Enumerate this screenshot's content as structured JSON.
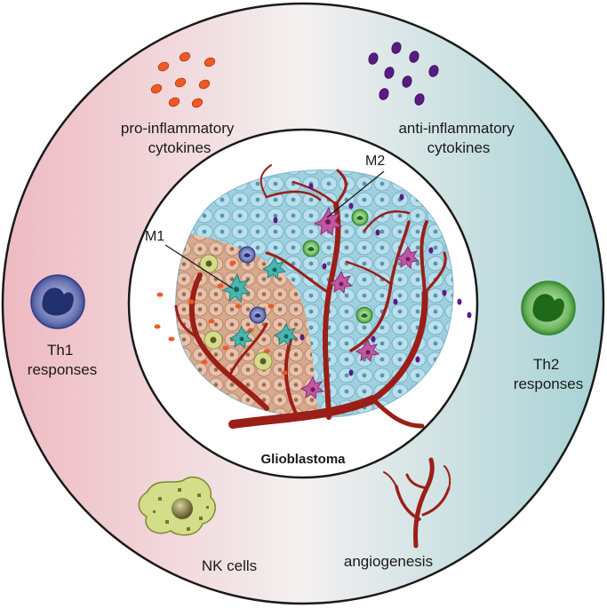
{
  "diagram": {
    "center_label": "Glioblastoma",
    "macrophages": {
      "m1": "M1",
      "m2": "M2"
    },
    "segments": [
      {
        "id": "pro-inflammatory-cytokines",
        "lines": [
          "pro-inflammatory",
          "cytokines"
        ]
      },
      {
        "id": "anti-inflammatory-cytokines",
        "lines": [
          "anti-inflammatory",
          "cytokines"
        ]
      },
      {
        "id": "th1-responses",
        "lines": [
          "Th1",
          "responses"
        ]
      },
      {
        "id": "th2-responses",
        "lines": [
          "Th2",
          "responses"
        ]
      },
      {
        "id": "nk-cells",
        "lines": [
          "NK cells"
        ]
      },
      {
        "id": "angiogenesis",
        "lines": [
          "angiogenesis"
        ]
      }
    ]
  },
  "colors": {
    "left_gradient": "#f1c6cc",
    "right_gradient": "#a8d4d6",
    "m1_region": "#d9a98e",
    "m2_region": "#9fd0e0",
    "vessel": "#9b1f18",
    "cytokine_pro": "#ef5a24",
    "cytokine_anti": "#5a1a86",
    "th1_cell": "#2d3c8c",
    "th2_cell": "#2f8a2b",
    "nk_cell": "#c3cf76",
    "m1_cell": "#45b7b0",
    "m2_cell": "#c256a2"
  },
  "icons": [
    "cytokine-dot-icon",
    "lymphocyte-icon",
    "nk-cell-icon",
    "blood-vessel-icon",
    "macrophage-icon"
  ]
}
